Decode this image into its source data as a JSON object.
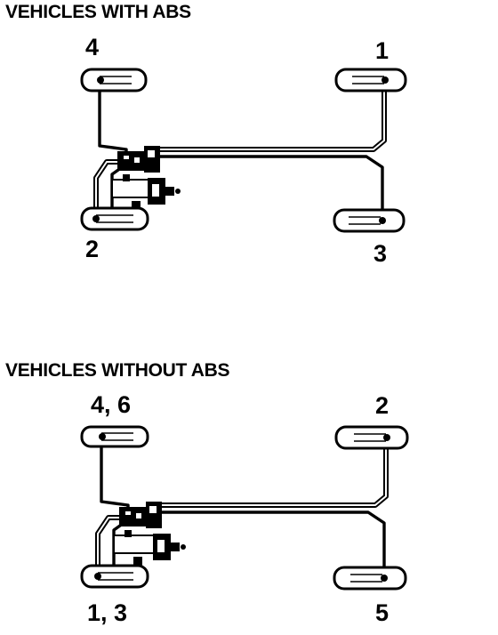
{
  "sections": [
    {
      "title": "VEHICLES WITH ABS",
      "labels": {
        "front_left": "4",
        "front_right": "1",
        "rear_left": "2",
        "rear_right": "3"
      }
    },
    {
      "title": "VEHICLES WITHOUT ABS",
      "labels": {
        "front_left": "4, 6",
        "front_right": "2",
        "rear_left": "1, 3",
        "rear_right": "5"
      }
    }
  ],
  "colors": {
    "ink": "#000000",
    "background": "#ffffff"
  }
}
